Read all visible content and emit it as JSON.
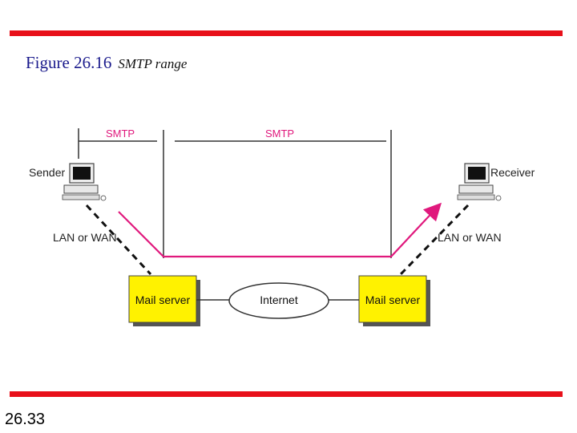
{
  "slide": {
    "figure_label": "Figure 26.16",
    "figure_caption": "SMTP range",
    "page_number": "26.33"
  },
  "diagram": {
    "smtp_left_label": "SMTP",
    "smtp_right_label": "SMTP",
    "sender_label": "Sender",
    "receiver_label": "Receiver",
    "lan_left_label": "LAN or WAN",
    "lan_right_label": "LAN or WAN",
    "mail_server_left": "Mail server",
    "mail_server_right": "Mail server",
    "internet_label": "Internet"
  },
  "colors": {
    "accent_red": "#e8101a",
    "title_blue": "#1a1a8c",
    "server_fill": "#fff200",
    "path_magenta": "#e0197d",
    "smtp_label": "#e0197d"
  },
  "icons": [
    "computer-icon-sender",
    "computer-icon-receiver"
  ]
}
